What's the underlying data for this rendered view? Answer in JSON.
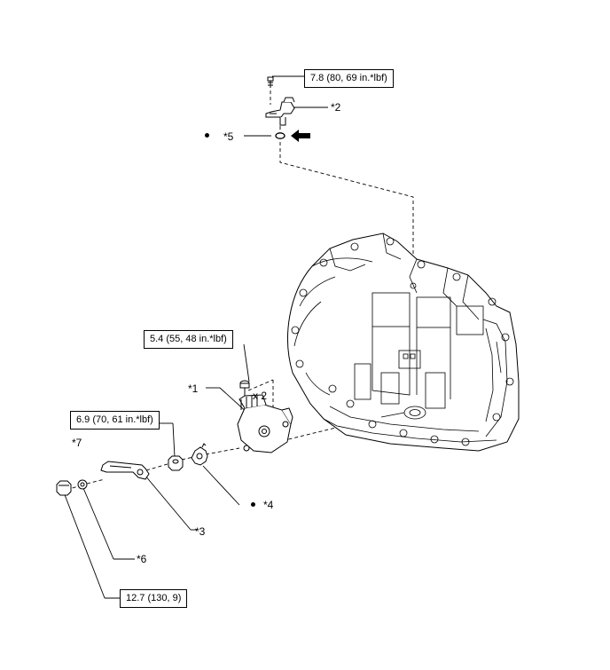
{
  "torque_specs": {
    "sensor_bolt": "7.8 (80, 69 in.*lbf)",
    "switch_bolt": "5.4 (55, 48 in.*lbf)",
    "lever_nut": "6.9 (70, 61 in.*lbf)",
    "outer_nut": "12.7 (130, 9)"
  },
  "callouts": {
    "c1": "*1",
    "c2": "*2",
    "c3": "*3",
    "c4": "*4",
    "c5": "*5",
    "c6": "*6",
    "c7": "*7",
    "qty": "x 2"
  }
}
